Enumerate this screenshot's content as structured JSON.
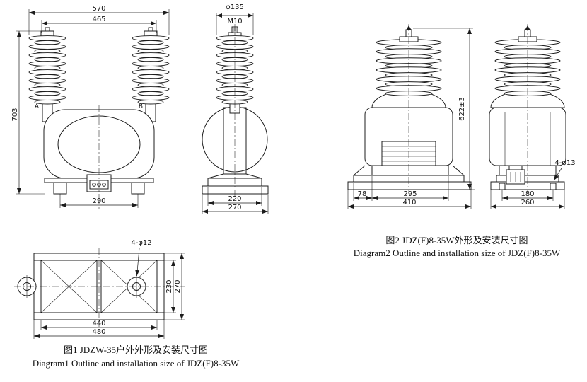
{
  "style": {
    "ink": "#1c1c1c",
    "paper": "#ffffff"
  },
  "figure1": {
    "front": {
      "width_overall": "570",
      "width_inner": "465",
      "height": "703",
      "base_span": "290",
      "terminal_left": "A",
      "terminal_right": "B"
    },
    "side": {
      "top_diameter": "φ135",
      "thread": "M10",
      "base_width": "220",
      "flange_width": "270"
    },
    "plan": {
      "holes": "4-φ12",
      "depth_inner": "230",
      "depth_outer": "270",
      "width_inner": "440",
      "width_outer": "480"
    },
    "caption_cn": "图1  JDZW-35户外外形及安装尺寸图",
    "caption_en": "Diagram1  Outline and installation size of  JDZ(F)8-35W"
  },
  "figure2": {
    "front": {
      "height": "622±3",
      "base_left": "78",
      "base_mid": "295",
      "base_overall": "410"
    },
    "side": {
      "holes": "4-φ13",
      "base_inner": "180",
      "base_overall": "260"
    },
    "caption_cn": "图2  JDZ(F)8-35W外形及安装尺寸图",
    "caption_en": "Diagram2  Outline and installation size of JDZ(F)8-35W"
  }
}
